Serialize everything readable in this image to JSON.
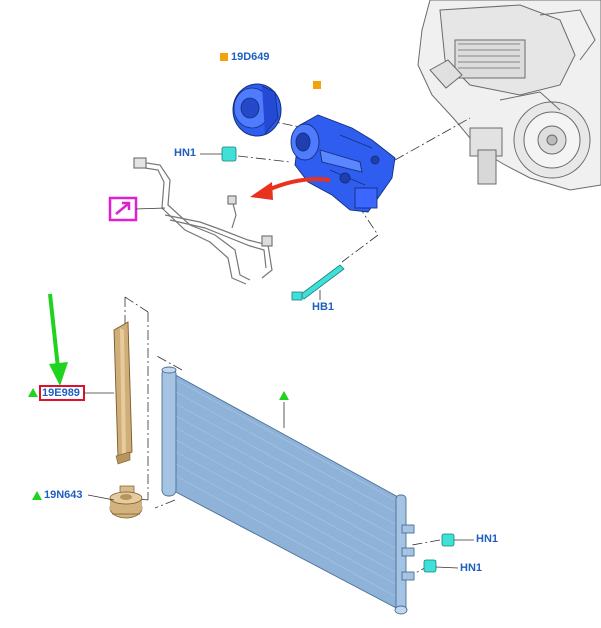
{
  "labels": {
    "compressor_pulley_part": "19D649",
    "hn1_upper": "HN1",
    "hb1_bolt": "HB1",
    "receiver_drier_part": "19E989",
    "drier_cap_part": "19N643",
    "hn1_lower_a": "HN1",
    "hn1_lower_b": "HN1"
  },
  "colors": {
    "label_text": "#1f5fbf",
    "orange_marker": "#f4a20a",
    "green_marker": "#1fd31f",
    "highlight_box": "#e0102a",
    "magenta_box": "#e020d0",
    "red_arrow": "#e8321e",
    "compressor_blue": "#2f5df0",
    "fastener_cyan": "#3fe0d8",
    "condenser_blue": "#8fb3d8",
    "drier_tan": "#cfae7a"
  },
  "icons": [
    "orange-square-marker",
    "green-triangle-marker",
    "red-curved-arrow",
    "magenta-pointer-icon",
    "green-pointer-arrow"
  ]
}
